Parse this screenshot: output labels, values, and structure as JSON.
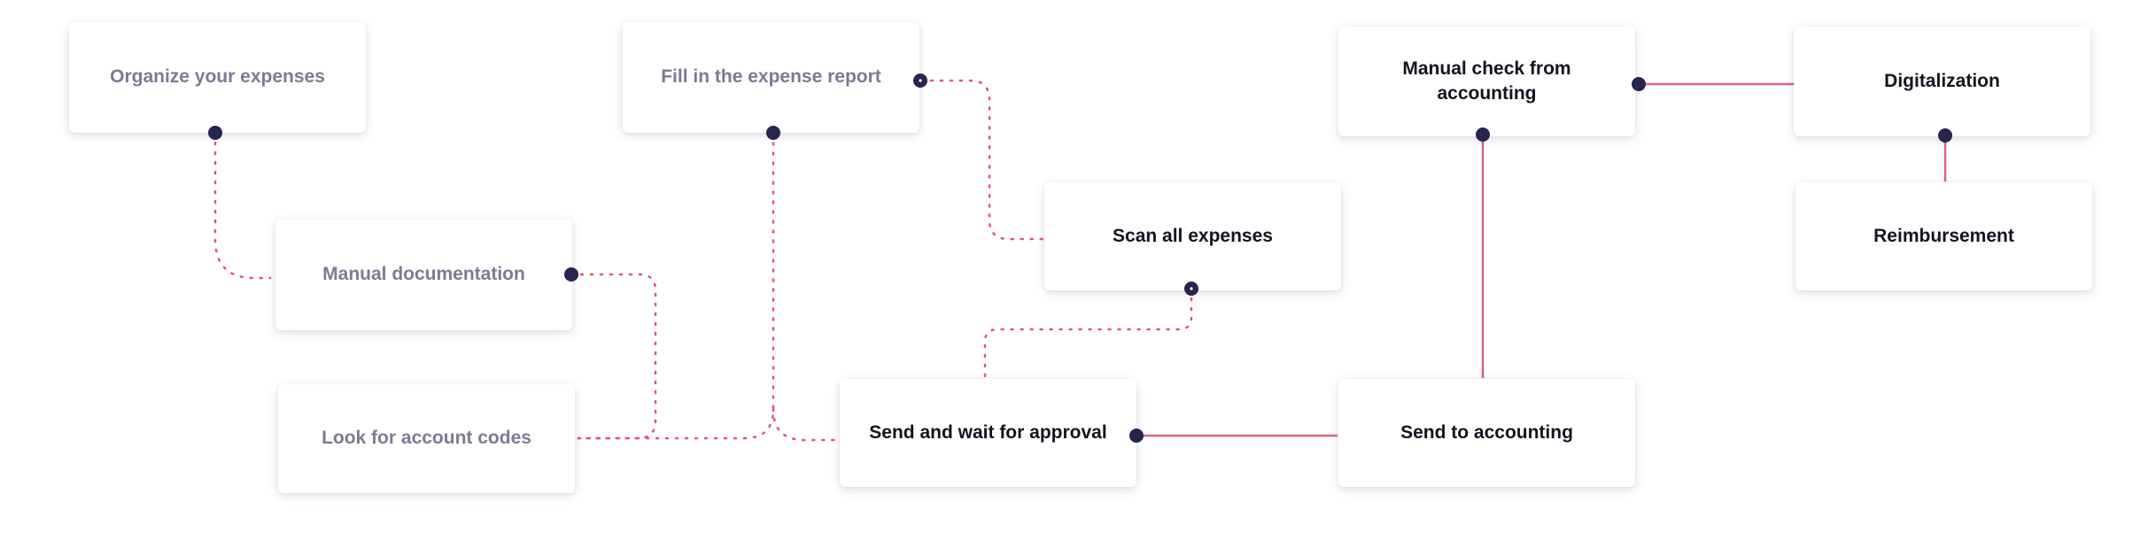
{
  "colors": {
    "dot": "#27244f",
    "dotted_connector": "#e0566d",
    "solid_connector": "#d96379",
    "faded_text": "#7c7b93",
    "active_text": "#15131f"
  },
  "steps": {
    "organize_expenses": "Organize your expenses",
    "fill_expense_report": "Fill in the expense report",
    "manual_documentation": "Manual documentation",
    "look_account_codes": "Look for account codes",
    "scan_expenses": "Scan all expenses",
    "send_wait_approval": "Send and wait for approval",
    "manual_check_accounting": "Manual check from accounting",
    "send_to_accounting": "Send to accounting",
    "digitalization": "Digitalization",
    "reimbursement": "Reimbursement"
  },
  "legacy_steps": [
    "organize_expenses",
    "fill_expense_report",
    "manual_documentation",
    "look_account_codes"
  ],
  "current_steps": [
    "scan_expenses",
    "send_wait_approval",
    "manual_check_accounting",
    "send_to_accounting",
    "digitalization",
    "reimbursement"
  ]
}
